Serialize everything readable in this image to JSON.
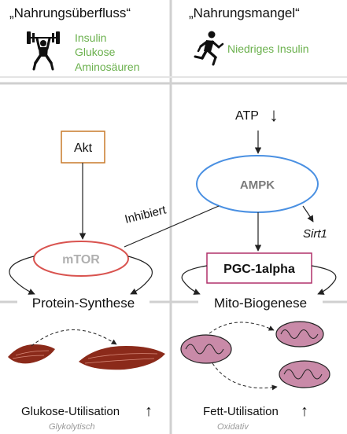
{
  "left": {
    "header": "„Nahrungsüberfluss“",
    "signals": [
      "Insulin",
      "Glukose",
      "Aminosäuren"
    ],
    "akt": "Akt",
    "mtor": "mTOR",
    "outcome": "Protein-Synthese",
    "utilisation": "Glukose-Utilisation",
    "utilisation_arrow": "↑",
    "subtitle": "Glykolytisch",
    "icon": "weightlifter-icon"
  },
  "right": {
    "header": "„Nahrungsmangel“",
    "signals": [
      "Niedriges Insulin"
    ],
    "atp": "ATP",
    "atp_arrow": "↓",
    "ampk": "AMPK",
    "inhibits": "Inhibiert",
    "sirt1": "Sirt1",
    "pgc": "PGC-1alpha",
    "outcome": "Mito-Biogenese",
    "utilisation": "Fett-Utilisation",
    "utilisation_arrow": "↑",
    "subtitle": "Oxidativ",
    "icon": "runner-icon"
  },
  "colors": {
    "green_text": "#6ab04c",
    "akt_border": "#c97a2a",
    "ampk_border": "#4a90e2",
    "mtor_border": "#d9534f",
    "mtor_text": "#b0b0b0",
    "ampk_text": "#7a7a7a",
    "pgc_border": "#b0306a",
    "divider": "#d0d0d0",
    "muscle": "#8b2a1a",
    "mito": "#c98aa8"
  }
}
